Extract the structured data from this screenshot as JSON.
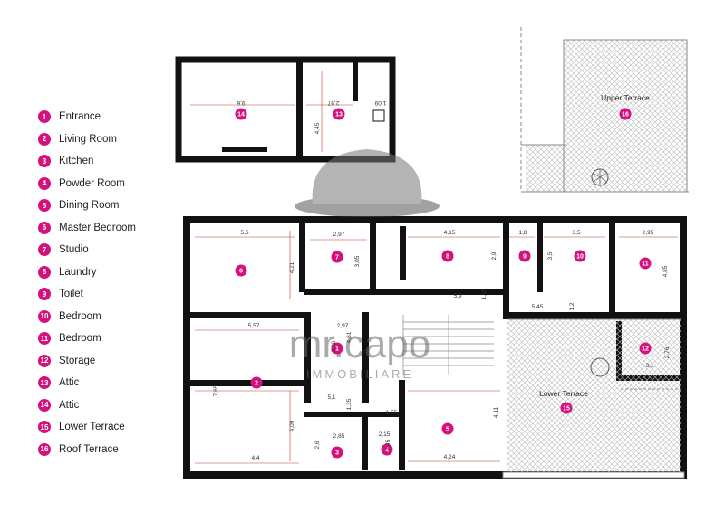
{
  "legend": [
    {
      "num": "1",
      "label": "Entrance"
    },
    {
      "num": "2",
      "label": "Living Room"
    },
    {
      "num": "3",
      "label": "Kitchen"
    },
    {
      "num": "4",
      "label": "Powder Room"
    },
    {
      "num": "5",
      "label": "Dining Room"
    },
    {
      "num": "6",
      "label": "Master Bedroom"
    },
    {
      "num": "7",
      "label": "Studio"
    },
    {
      "num": "8",
      "label": "Laundry"
    },
    {
      "num": "9",
      "label": "Toilet"
    },
    {
      "num": "10",
      "label": "Bedroom"
    },
    {
      "num": "11",
      "label": "Bedroom"
    },
    {
      "num": "12",
      "label": "Storage"
    },
    {
      "num": "13",
      "label": "Attic"
    },
    {
      "num": "14",
      "label": "Attic"
    },
    {
      "num": "15",
      "label": "Lower Terrace"
    },
    {
      "num": "16",
      "label": "Roof Terrace"
    }
  ],
  "plan": {
    "upper_terrace_label": "Upper Terrace",
    "lower_terrace_label": "Lower Terrace",
    "badges": [
      "14",
      "13",
      "16",
      "6",
      "7",
      "8",
      "9",
      "10",
      "11",
      "1",
      "2",
      "12",
      "15",
      "3",
      "4",
      "5"
    ],
    "dims": [
      "9,6",
      "2,97",
      "1,09",
      "4,45",
      "5,6",
      "4,21",
      "2,97",
      "3,05",
      "4,15",
      "2,9",
      "1,8",
      "3,5",
      "3,5",
      "2,95",
      "4,85",
      "5,9",
      "1,15",
      "5,45",
      "1,2",
      "5,57",
      "2,97",
      "3,26",
      "4,61",
      "2,76",
      "3,1",
      "7,65",
      "4,09",
      "5,1",
      "1,35",
      "1,55",
      "2,85",
      "2,6",
      "2,15",
      "2,45",
      "4,11",
      "4,4",
      "4,24"
    ]
  },
  "watermark": {
    "brand": "mr.capo",
    "sub": "IMMOBILIARE"
  },
  "colors": {
    "accent": "#d4117c",
    "wall": "#111111",
    "dim": "#c0392b"
  }
}
